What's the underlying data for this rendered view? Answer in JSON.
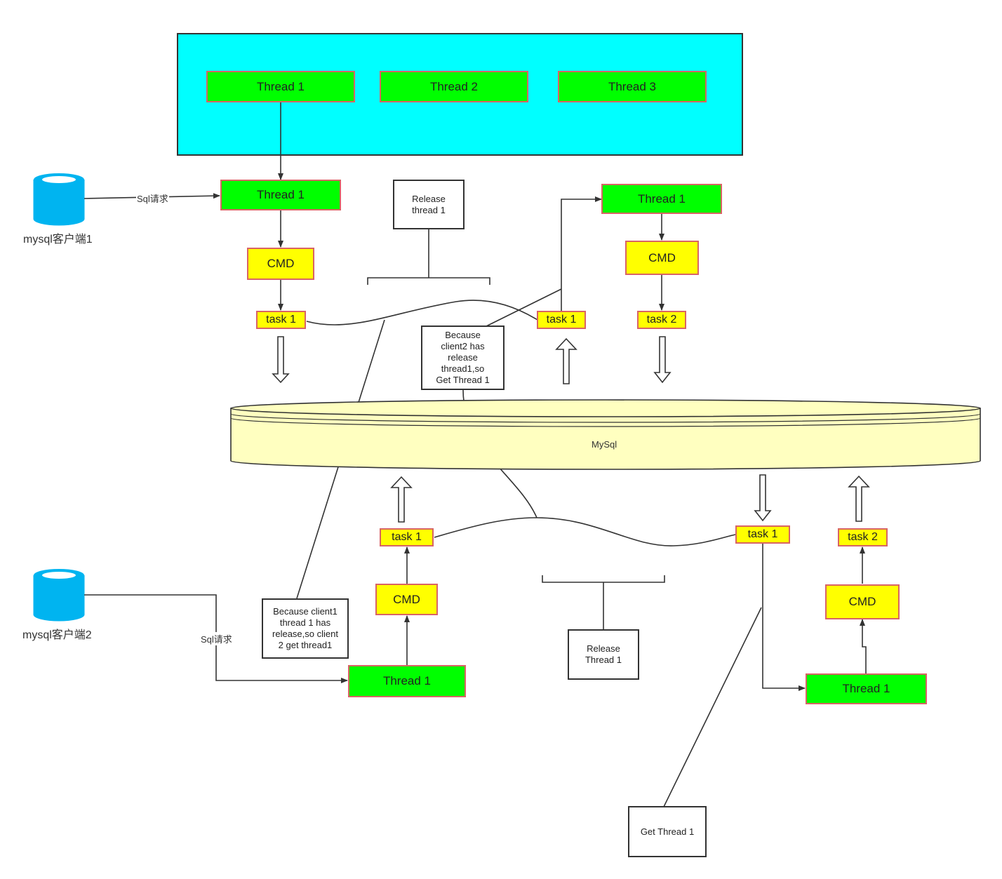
{
  "pool": {
    "threads": [
      "Thread 1",
      "Thread 2",
      "Thread 3"
    ]
  },
  "clients": [
    {
      "label": "mysql客户端1",
      "edge_label": "Sql请求"
    },
    {
      "label": "mysql客户端2",
      "edge_label": "Sql请求"
    }
  ],
  "database": {
    "label": "MySql"
  },
  "client1_flow": {
    "thread": "Thread 1",
    "cmd": "CMD",
    "task": "task 1"
  },
  "client2_flow": {
    "thread": "Thread 1",
    "cmd": "CMD",
    "task": "task 1"
  },
  "top_right_flow": {
    "thread": "Thread 1",
    "cmd": "CMD",
    "task_a": "task 1",
    "task_b": "task 2"
  },
  "bottom_right_flow": {
    "thread": "Thread 1",
    "cmd": "CMD",
    "task_a": "task 1",
    "task_b": "task 2"
  },
  "notes": {
    "release_top": "Release\nthread 1",
    "because_top": "Because\nclient2 has\nrelease\nthread1,so\nGet Thread 1",
    "because_bottom": "Because client1\nthread 1 has\nrelease,so client\n2 get thread1",
    "release_bottom": "Release\nThread 1",
    "get_thread": "Get Thread 1"
  },
  "colors": {
    "pool_bg": "#00ffff",
    "thread_bg": "#00ff00",
    "cmd_bg": "#ffff00",
    "db_bg": "#ffffc0",
    "client_icon": "#00b4f0",
    "border": "#d86464"
  }
}
